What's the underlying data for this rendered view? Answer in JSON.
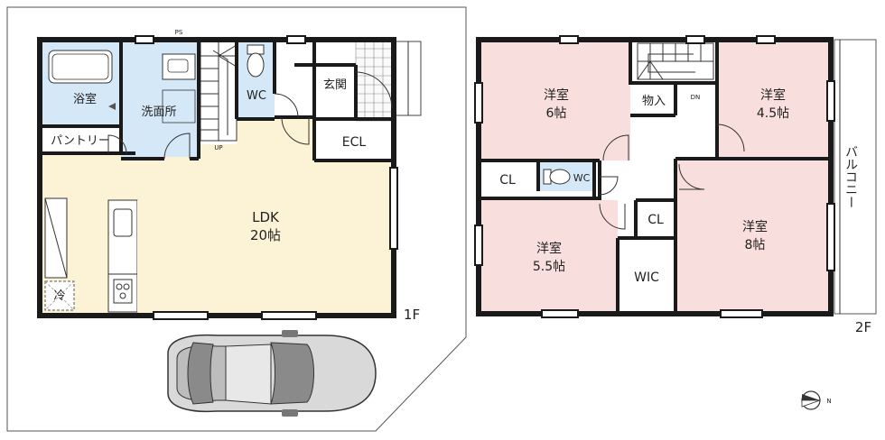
{
  "floor1": {
    "floor_label": "1F",
    "rooms": {
      "bath": "浴室",
      "washroom": "洗面所",
      "wc": "WC",
      "entrance": "玄関",
      "pantry": "パントリー",
      "ecl": "ECL",
      "ldk_name": "LDK",
      "ldk_size": "20帖",
      "fridge": "冷"
    },
    "small_marks": {
      "ps": "PS",
      "up": "UP"
    }
  },
  "floor2": {
    "floor_label": "2F",
    "rooms": {
      "room6_name": "洋室",
      "room6_size": "6帖",
      "room45_name": "洋室",
      "room45_size": "4.5帖",
      "room55_name": "洋室",
      "room55_size": "5.5帖",
      "room8_name": "洋室",
      "room8_size": "8帖",
      "storage": "物入",
      "cl_left": "CL",
      "cl_right": "CL",
      "wc": "WC",
      "wic": "WIC",
      "balcony": "バルコニー"
    },
    "small_marks": {
      "dn": "DN"
    }
  },
  "compass": {
    "north": "N"
  },
  "colors": {
    "ldk_fill": "#fcf3d6",
    "wet_fill": "#d5e8f7",
    "bedroom_fill": "#f8dedd",
    "wall": "#1a1a1a"
  }
}
